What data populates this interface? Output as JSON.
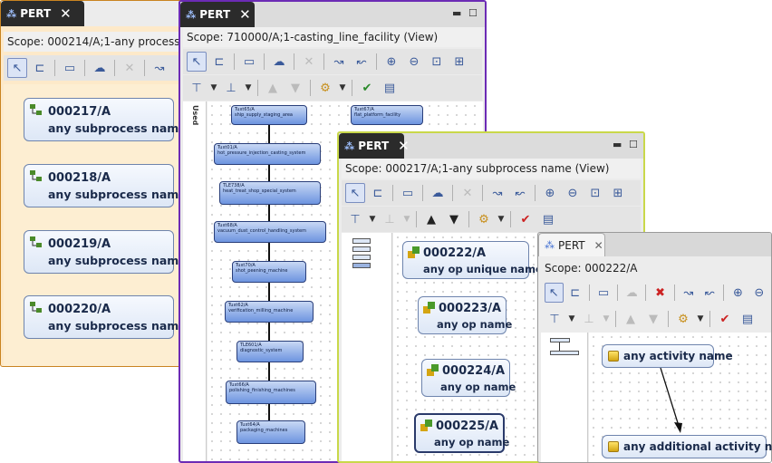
{
  "colors": {
    "tab_orange": "#e79a2e",
    "tab_purple": "#6c2bb5",
    "tab_yellow": "#c9d84a",
    "tab_dark": "#2a2a2a",
    "node_border": "#6e84ad",
    "node_fill": "#dde7f6",
    "bnode_fill": "#6d94e0"
  },
  "win1": {
    "tab_label": "PERT",
    "scope": "Scope: 000214/A;1-any process",
    "nodes": [
      {
        "id": "000217/A",
        "name": "any subprocess name"
      },
      {
        "id": "000218/A",
        "name": "any subprocess name"
      },
      {
        "id": "000219/A",
        "name": "any subprocess name"
      },
      {
        "id": "000220/A",
        "name": "any subprocess name"
      }
    ]
  },
  "win2": {
    "tab_label": "PERT",
    "scope": "Scope: 710000/A;1-casting_line_facility (View)",
    "outline_label": "Used",
    "top_nodes": [
      {
        "id": "Tuxt65/A",
        "name": "ship_supply_staging_area"
      },
      {
        "id": "Tuxt67/A",
        "name": "flat_platform_facility"
      }
    ],
    "nodes": [
      {
        "id": "Tuxt01/A",
        "name": "hot_pressure_injection_casting_system"
      },
      {
        "id": "TLE738/A",
        "name": "heat_treat_shop_special_system"
      },
      {
        "id": "Tuxt68/A",
        "name": "vacuum_dust_control_handling_system"
      },
      {
        "id": "Tuxt70/A",
        "name": "shot_peening_machine"
      },
      {
        "id": "Tuxt62/A",
        "name": "verification_milling_machine"
      },
      {
        "id": "TLE601/A",
        "name": "diagnostic_system"
      },
      {
        "id": "Tuxt66/A",
        "name": "polishing_finishing_machines"
      },
      {
        "id": "Tuxt64/A",
        "name": "packaging_machines"
      }
    ]
  },
  "win3": {
    "tab_label": "PERT",
    "scope": "Scope: 000217/A;1-any subprocess name (View)",
    "nodes": [
      {
        "id": "000222/A",
        "name": "any op unique name"
      },
      {
        "id": "000223/A",
        "name": "any op name"
      },
      {
        "id": "000224/A",
        "name": "any op name"
      },
      {
        "id": "000225/A",
        "name": "any op name"
      }
    ]
  },
  "win4": {
    "tab_label": "PERT",
    "scope": "Scope: 000222/A",
    "activities": [
      "any activity name",
      "any additional activity name"
    ]
  }
}
